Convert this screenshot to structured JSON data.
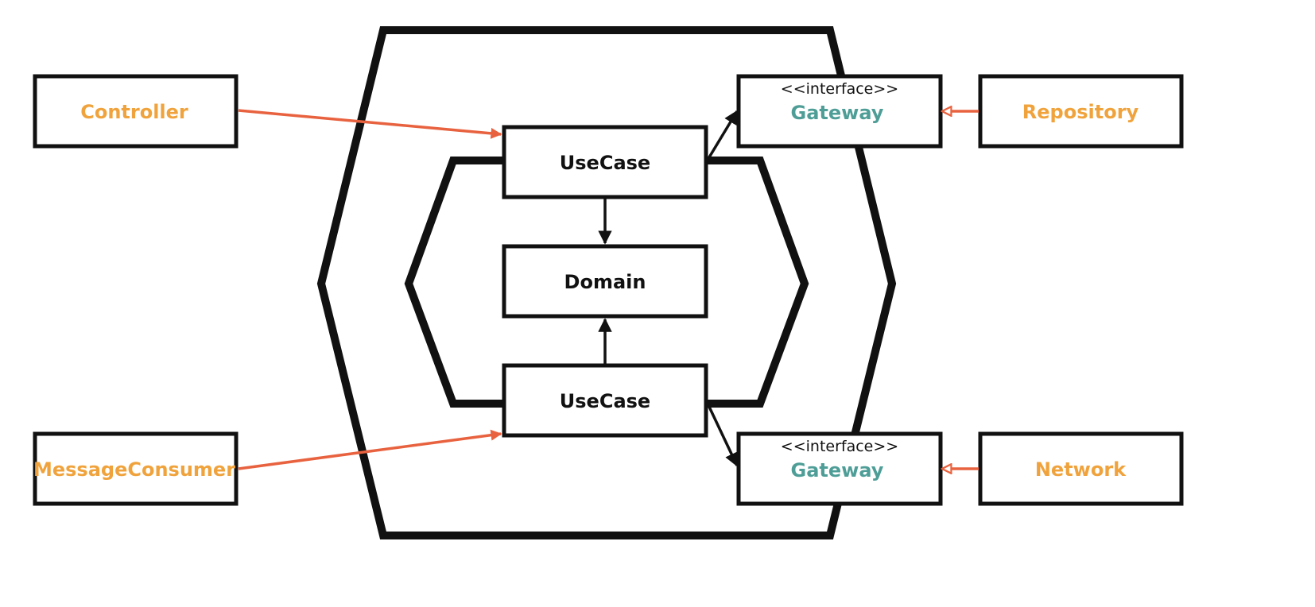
{
  "colors": {
    "stroke": "#111111",
    "adapter_text": "#F0A33C",
    "gateway_text": "#4E9E97",
    "core_text": "#111111",
    "dependency_arrow": "#E8623F",
    "background": "#FFFFFF"
  },
  "adapters": {
    "controller": "Controller",
    "message_consumer": "MessageConsumer",
    "repository": "Repository",
    "network": "Network"
  },
  "core": {
    "usecase_top": "UseCase",
    "domain": "Domain",
    "usecase_bottom": "UseCase"
  },
  "gateways": {
    "top": {
      "stereotype": "<<interface>>",
      "label": "Gateway"
    },
    "bottom": {
      "stereotype": "<<interface>>",
      "label": "Gateway"
    }
  }
}
